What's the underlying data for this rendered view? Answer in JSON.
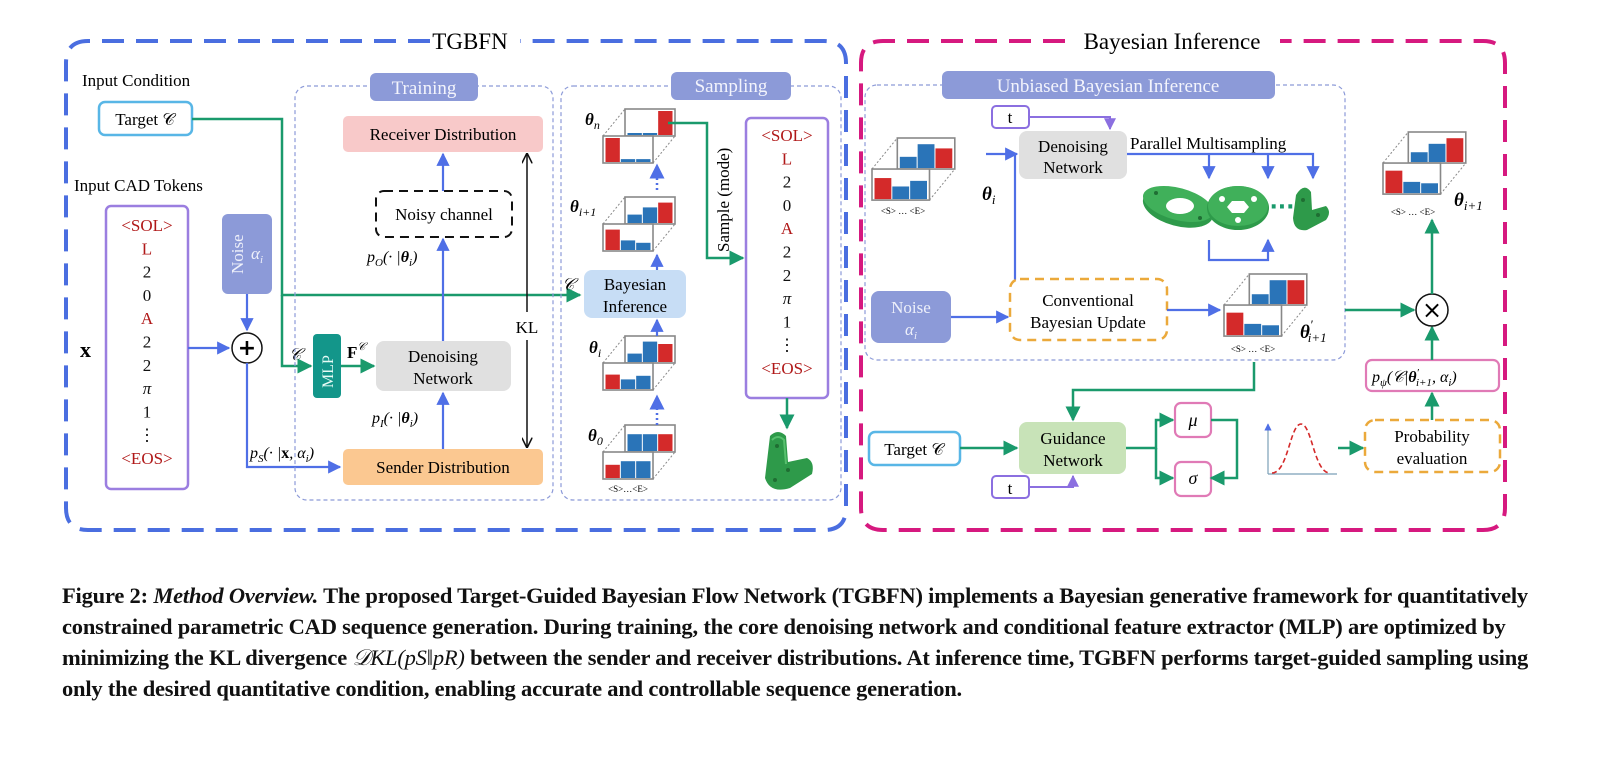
{
  "colors": {
    "tgbfn_border": "#4a6ee0",
    "bayes_border": "#d6197f",
    "section_label_bg": "#8c9ad8",
    "receiver_bg": "#f8c9c9",
    "sender_bg": "#fbc891",
    "denoise_bg": "#e0e0e0",
    "bayes_inf_bg": "#c7ddf5",
    "guidance_bg": "#c8e3b8",
    "mlp_bg": "#13968a",
    "green_arrow": "#1a9a6c",
    "blue_arrow": "#4f6fe6",
    "token_red": "#b01818",
    "token_box": "#9b7ee0",
    "target_box": "#58b6e6",
    "pink_box": "#e07ab6",
    "orange_dash": "#eba93b",
    "bar_blue": "#2a74b8",
    "bar_red": "#d42a2a",
    "cad_green": "#2e9a4a"
  },
  "tgbfn": {
    "title": "TGBFN",
    "input_condition_label": "Input Condition",
    "target_label": "Target 𝒞",
    "input_tokens_label": "Input CAD Tokens",
    "x_label": "x",
    "tokens": [
      {
        "text": "<SOL>",
        "red": true
      },
      {
        "text": "L",
        "red": true
      },
      {
        "text": "2",
        "red": false
      },
      {
        "text": "0",
        "red": false
      },
      {
        "text": "A",
        "red": true
      },
      {
        "text": "2",
        "red": false
      },
      {
        "text": "2",
        "red": false
      },
      {
        "text": "π",
        "red": false
      },
      {
        "text": "1",
        "red": false
      },
      {
        "text": "⋮",
        "red": false
      },
      {
        "text": "<EOS>",
        "red": true
      }
    ],
    "noise_label": "Noise",
    "noise_alpha": "α",
    "noise_alpha_sub": "i",
    "plus_symbol": "+",
    "c_symbol": "𝒞",
    "ps_label": "pS(· |x, αi)",
    "training": {
      "title": "Training",
      "receiver": "Receiver Distribution",
      "noisy_channel": "Noisy channel",
      "po_label": "pO(· |θi)",
      "mlp": "MLP",
      "fc_label": "F𝒞",
      "denoise_line1": "Denoising",
      "denoise_line2": "Network",
      "pi_label": "pI(· |θi)",
      "kl": "KL",
      "sender": "Sender Distribution"
    },
    "sampling": {
      "title": "Sampling",
      "theta_n": "θn",
      "theta_i1": "θi+1",
      "theta_i": "θi",
      "theta_0": "θ0",
      "bayes_line1": "Bayesian",
      "bayes_line2": "Inference",
      "c_symbol": "𝒞",
      "sample_mode": "Sample (mode)",
      "axis_label": "<S>…<E>",
      "tokens": [
        {
          "text": "<SOL>",
          "red": true
        },
        {
          "text": "L",
          "red": true
        },
        {
          "text": "2",
          "red": false
        },
        {
          "text": "0",
          "red": false
        },
        {
          "text": "A",
          "red": true
        },
        {
          "text": "2",
          "red": false
        },
        {
          "text": "2",
          "red": false
        },
        {
          "text": "π",
          "red": false
        },
        {
          "text": "1",
          "red": false
        },
        {
          "text": "⋮",
          "red": false
        },
        {
          "text": "<EOS>",
          "red": true
        }
      ]
    }
  },
  "bayesian": {
    "title": "Bayesian Inference",
    "unbiased_title": "Unbiased Bayesian Inference",
    "t_label": "t",
    "denoise_line1": "Denoising",
    "denoise_line2": "Network",
    "parallel": "Parallel Multisampling",
    "theta_i": "θi",
    "axis_label": "<S> … <E>",
    "noise_label": "Noise",
    "noise_alpha": "αi",
    "conv_line1": "Conventional",
    "conv_line2": "Bayesian Update",
    "theta_prime": "θ′i+1",
    "theta_next": "θi+1",
    "target_label": "Target 𝒞",
    "guidance_line1": "Guidance",
    "guidance_line2": "Network",
    "mu": "μ",
    "sigma": "σ",
    "prob_line1": "Probability",
    "prob_line2": "evaluation",
    "p_psi": "pψ(𝒞|θ′i+1, αi)",
    "times_symbol": "×",
    "ellipsis": "···"
  },
  "caption": {
    "label": "Figure 2:",
    "title_italic": "Method Overview.",
    "text_part1": "The proposed Target-Guided Bayesian Flow Network (TGBFN) implements a Bayesian generative framework for quantitatively constrained parametric CAD sequence generation. During training, the core denoising network and conditional feature extractor (MLP) are optimized by minimizing the KL divergence",
    "math": "𝒟KL(pS‖pR)",
    "text_part2": "between the sender and receiver distributions. At inference time, TGBFN performs target-guided sampling using only the desired quantitative condition, enabling accurate and controllable sequence generation."
  },
  "bar_sets": {
    "theta_n": {
      "back": [
        0.08,
        0.08,
        1.0
      ],
      "front": [
        1.0,
        0.12,
        0.12
      ]
    },
    "theta_i1": {
      "back": [
        0.35,
        0.65,
        0.85
      ],
      "front": [
        0.85,
        0.4,
        0.3
      ]
    },
    "theta_i": {
      "back": [
        0.35,
        0.85,
        0.75
      ],
      "front": [
        0.6,
        0.4,
        0.55
      ]
    },
    "theta_0": {
      "back": [
        0.7,
        0.7,
        0.7
      ],
      "front": [
        0.55,
        0.7,
        0.7
      ]
    },
    "bayes_theta_i": {
      "back": [
        0.4,
        0.85,
        0.7
      ],
      "front": [
        0.75,
        0.45,
        0.65
      ]
    },
    "theta_prime": {
      "back": [
        0.35,
        0.85,
        0.85
      ],
      "front": [
        0.8,
        0.4,
        0.35
      ]
    },
    "theta_next": {
      "back": [
        0.35,
        0.65,
        0.85
      ],
      "front": [
        0.8,
        0.4,
        0.35
      ]
    }
  }
}
